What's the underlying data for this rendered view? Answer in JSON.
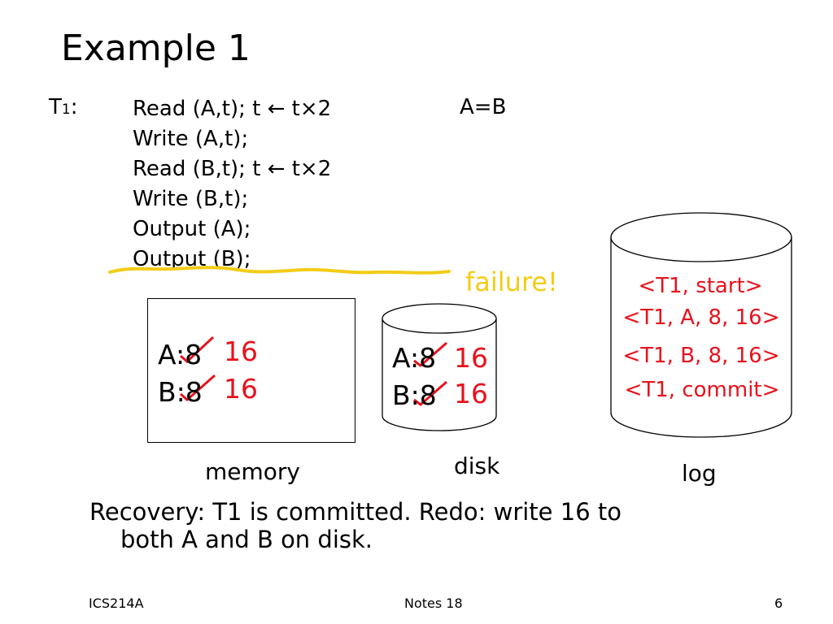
{
  "slide": {
    "title": "Example 1",
    "transaction": {
      "name": "T",
      "subscript": "1",
      "colon": ":",
      "lines": [
        "Read (A,t);  t ← t×2",
        "Write (A,t);",
        "Read (B,t);  t ← t×2",
        "Write (B,t);",
        "Output (A);",
        "Output (B);"
      ],
      "constraint": "A=B"
    },
    "failure_label": "failure!",
    "memory": {
      "caption": "memory",
      "a_old": "A:8",
      "a_new": "16",
      "b_old": "B:8",
      "b_new": "16"
    },
    "disk": {
      "caption": "disk",
      "a_old": "A:8",
      "a_new": "16",
      "b_old": "B:8",
      "b_new": "16"
    },
    "log": {
      "caption": "log",
      "entries": [
        "<T1, start>",
        "<T1, A, 8, 16>",
        "<T1, B, 8, 16>",
        "<T1, commit>"
      ]
    },
    "recovery": {
      "line1": "Recovery: T1 is committed. Redo: write 16 to",
      "line2": "both A and B on disk."
    },
    "footer": {
      "left": "ICS214A",
      "center": "Notes 18",
      "right": "6"
    }
  },
  "colors": {
    "accent_red": "#e8121d",
    "failure_yellow": "#f2cc17",
    "text": "#000000"
  }
}
